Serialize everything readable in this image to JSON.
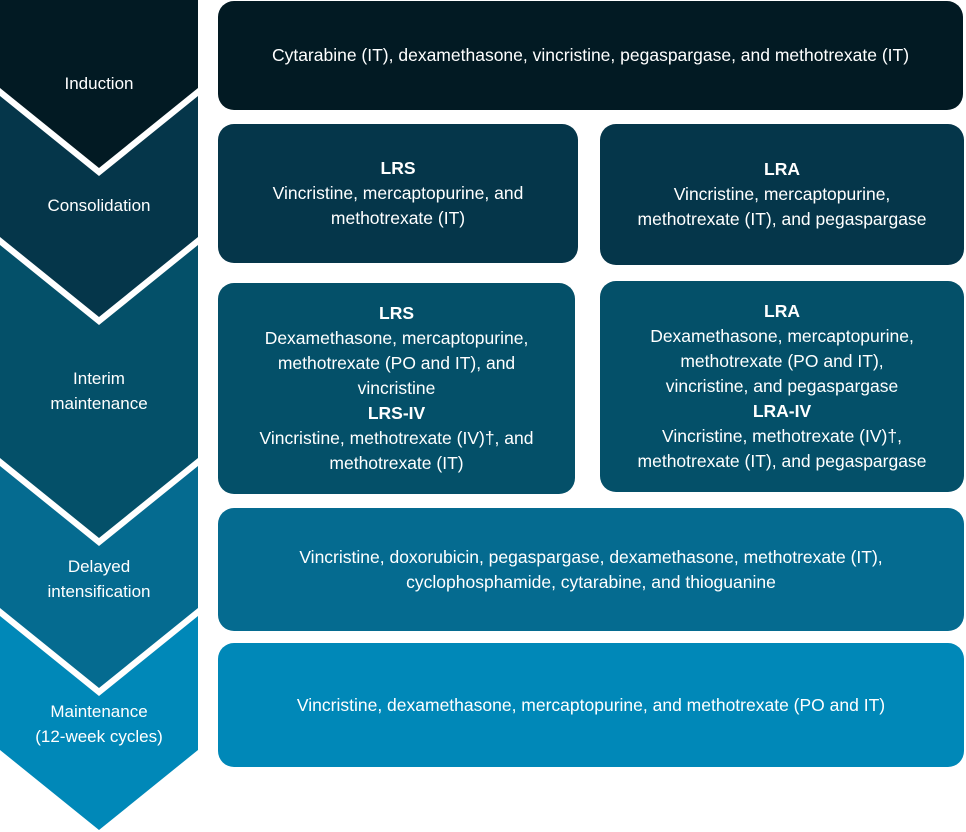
{
  "colors": [
    "#021a23",
    "#05364a",
    "#045069",
    "#056b90",
    "#0088b8"
  ],
  "phases": [
    {
      "label": "Induction"
    },
    {
      "label": "Consolidation"
    },
    {
      "label_line1": "Interim",
      "label_line2": "maintenance"
    },
    {
      "label_line1": "Delayed",
      "label_line2": "intensification"
    },
    {
      "label_line1": "Maintenance",
      "label_line2": "(12-week cycles)"
    }
  ],
  "boxes": {
    "induction": "Cytarabine (IT), dexamethasone, vincristine, pegaspargase, and methotrexate (IT)",
    "consolidation_lrs": {
      "title": "LRS",
      "line1": "Vincristine, mercaptopurine, and",
      "line2": "methotrexate (IT)"
    },
    "consolidation_lra": {
      "title": "LRA",
      "line1": "Vincristine, mercaptopurine,",
      "line2": "methotrexate (IT), and pegaspargase"
    },
    "interim_lrs": {
      "title": "LRS",
      "line1": "Dexamethasone, mercaptopurine,",
      "line2": "methotrexate (PO and IT), and",
      "line3": "vincristine",
      "title2": "LRS-IV",
      "line4": "Vincristine, methotrexate (IV)†, and",
      "line5": "methotrexate (IT)"
    },
    "interim_lra": {
      "title": "LRA",
      "line1": "Dexamethasone, mercaptopurine,",
      "line2": "methotrexate (PO and IT),",
      "line3": "vincristine, and pegaspargase",
      "title2": "LRA-IV",
      "line4": "Vincristine, methotrexate (IV)†,",
      "line5": "methotrexate (IT), and pegaspargase"
    },
    "delayed": {
      "line1": "Vincristine, doxorubicin, pegaspargase, dexamethasone, methotrexate (IT),",
      "line2": "cyclophosphamide, cytarabine, and thioguanine"
    },
    "maintenance": "Vincristine, dexamethasone, mercaptopurine, and methotrexate (PO and IT)"
  }
}
